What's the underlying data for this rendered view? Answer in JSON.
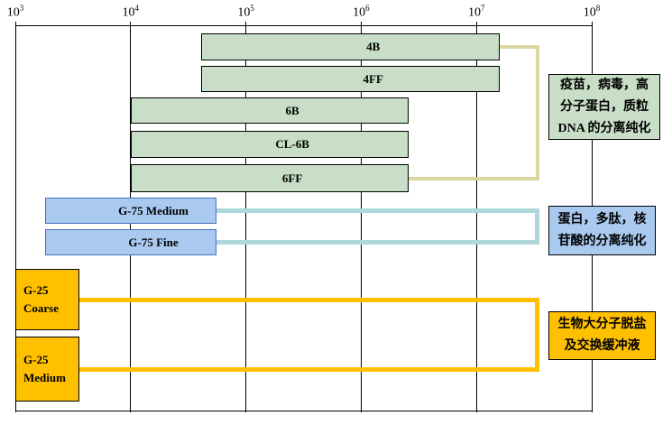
{
  "chart_data": {
    "type": "bar",
    "orientation": "horizontal-range",
    "x_scale": "log10",
    "x_range": [
      1000,
      100000000
    ],
    "x_tick_base": "10",
    "x_tick_exponents": [
      3,
      4,
      5,
      6,
      7,
      8
    ],
    "grid": "vertical-decade-lines",
    "legend_position": "none",
    "series": [
      {
        "label": "4B",
        "group": "sepharose",
        "range": [
          41000,
          16000000
        ]
      },
      {
        "label": "4FF",
        "group": "sepharose",
        "range": [
          41000,
          16000000
        ]
      },
      {
        "label": "6B",
        "group": "sepharose",
        "range": [
          10000,
          2600000
        ]
      },
      {
        "label": "CL-6B",
        "group": "sepharose",
        "range": [
          10000,
          2600000
        ]
      },
      {
        "label": "6FF",
        "group": "sepharose",
        "range": [
          10000,
          2600000
        ]
      },
      {
        "label": "G-75 Medium",
        "group": "g75",
        "range": [
          1800,
          56000
        ]
      },
      {
        "label": "G-75 Fine",
        "group": "g75",
        "range": [
          1800,
          56000
        ]
      },
      {
        "label": "G-25\nCoarse",
        "group": "g25",
        "range": [
          1000,
          3600
        ]
      },
      {
        "label": "G-25\nMedium",
        "group": "g25",
        "range": [
          1000,
          3600
        ]
      }
    ],
    "annotations": [
      {
        "id": "sepharose-note",
        "text": "疫苗，病毒，高\n分子蛋白，质粒\nDNA 的分离纯化",
        "applies_to": [
          "4B",
          "4FF",
          "6B",
          "CL-6B",
          "6FF"
        ]
      },
      {
        "id": "g75-note",
        "text": "蛋白，多肽，核\n苷酸的分离纯化",
        "applies_to": [
          "G-75 Medium",
          "G-75 Fine"
        ]
      },
      {
        "id": "g25-note",
        "text": "生物大分子脱盐\n及交换缓冲液",
        "applies_to": [
          "G-25 Coarse",
          "G-25 Medium"
        ]
      }
    ]
  },
  "colors": {
    "sepharose_fill": "#C8DEC6",
    "sepharose_border": "#000000",
    "g75_fill": "#A9C9EF",
    "g75_border": "#4472C4",
    "g25_fill": "#FFC000",
    "g25_border": "#000000",
    "connector_sepharose": "#DBD7A3",
    "connector_g75": "#AFD8DC",
    "connector_g25": "#FFC000",
    "axis": "#000000",
    "background": "#FFFFFF"
  }
}
